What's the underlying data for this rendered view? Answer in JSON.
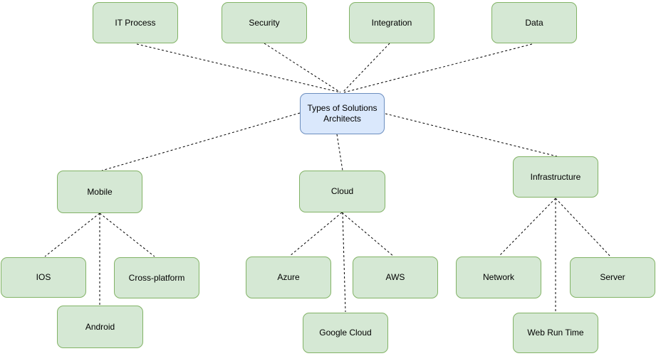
{
  "diagram": {
    "type": "mindmap",
    "root_label": "Types of Solutions Architects",
    "nodes": {
      "it_process": {
        "label": "IT Process"
      },
      "security": {
        "label": "Security"
      },
      "integration": {
        "label": "Integration"
      },
      "data": {
        "label": "Data"
      },
      "types_of_solutions_architects": {
        "label": "Types of Solutions Architects"
      },
      "mobile": {
        "label": "Mobile"
      },
      "cloud": {
        "label": "Cloud"
      },
      "infrastructure": {
        "label": "Infrastructure"
      },
      "ios": {
        "label": "IOS"
      },
      "cross_platform": {
        "label": "Cross-platform"
      },
      "android": {
        "label": "Android"
      },
      "azure": {
        "label": "Azure"
      },
      "aws": {
        "label": "AWS"
      },
      "google_cloud": {
        "label": "Google Cloud"
      },
      "network": {
        "label": "Network"
      },
      "server": {
        "label": "Server"
      },
      "web_run_time": {
        "label": "Web Run Time"
      }
    },
    "edges": [
      {
        "from": "it_process",
        "to": "types_of_solutions_architects"
      },
      {
        "from": "security",
        "to": "types_of_solutions_architects"
      },
      {
        "from": "integration",
        "to": "types_of_solutions_architects"
      },
      {
        "from": "data",
        "to": "types_of_solutions_architects"
      },
      {
        "from": "types_of_solutions_architects",
        "to": "mobile"
      },
      {
        "from": "types_of_solutions_architects",
        "to": "cloud"
      },
      {
        "from": "types_of_solutions_architects",
        "to": "infrastructure"
      },
      {
        "from": "mobile",
        "to": "ios"
      },
      {
        "from": "mobile",
        "to": "android"
      },
      {
        "from": "mobile",
        "to": "cross_platform"
      },
      {
        "from": "cloud",
        "to": "azure"
      },
      {
        "from": "cloud",
        "to": "google_cloud"
      },
      {
        "from": "cloud",
        "to": "aws"
      },
      {
        "from": "infrastructure",
        "to": "network"
      },
      {
        "from": "infrastructure",
        "to": "web_run_time"
      },
      {
        "from": "infrastructure",
        "to": "server"
      }
    ],
    "edge_style": "dashed"
  },
  "colors": {
    "background": "#ffffff",
    "node_fill": "#d5e8d4",
    "node_border": "#82b366",
    "center_fill": "#dae8fc",
    "center_border": "#6c8ebf",
    "edge": "#000000"
  }
}
